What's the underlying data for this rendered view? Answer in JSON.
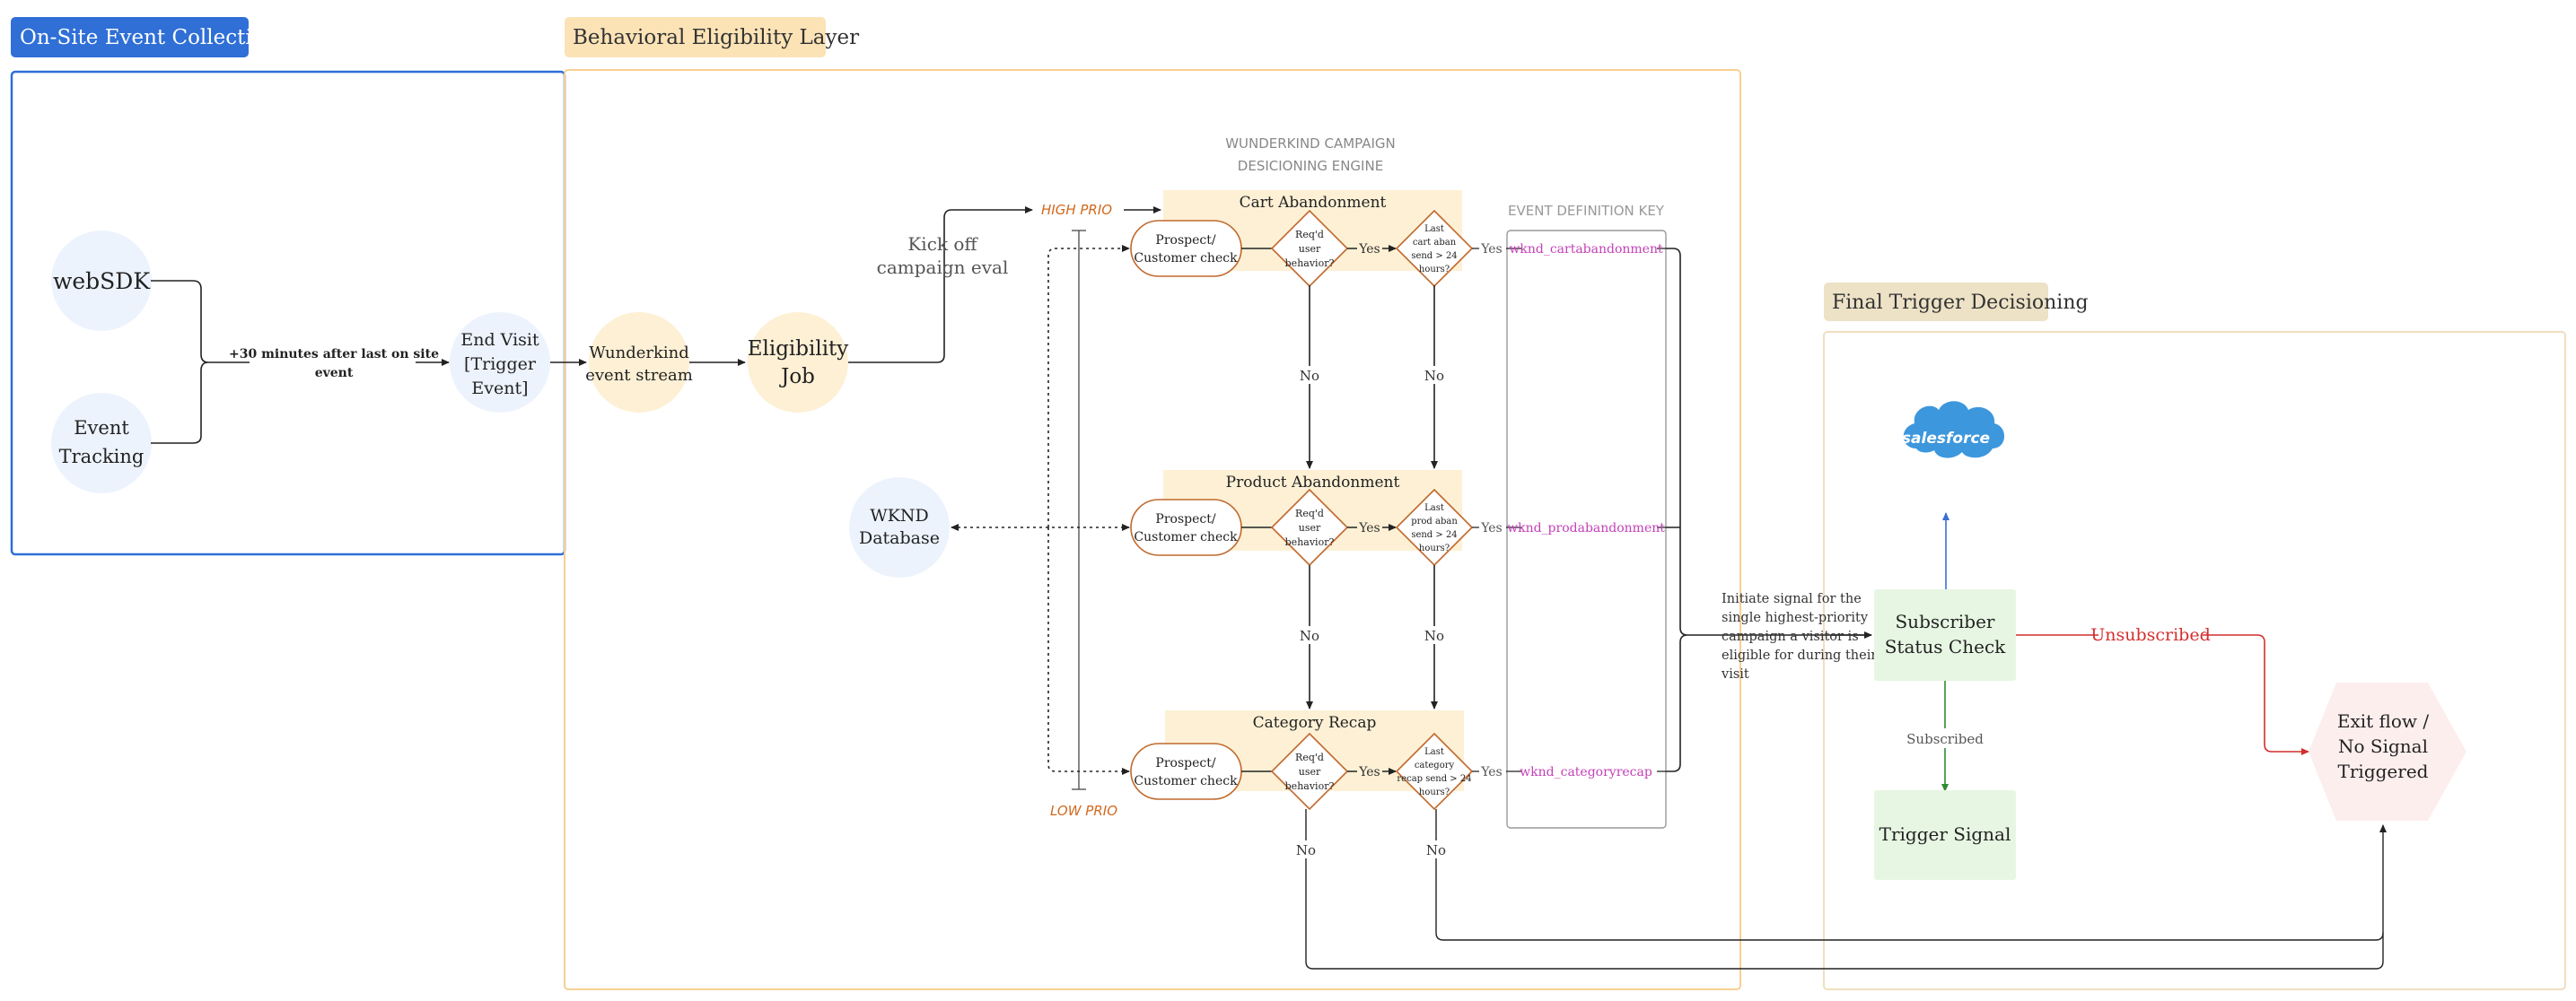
{
  "sections": {
    "onsite": "On-Site Event Collection",
    "behavioral": "Behavioral Eligibility Layer",
    "final": "Final Trigger Decisioning"
  },
  "nodes": {
    "websdk": "webSDK",
    "event_tracking": [
      "Event",
      "Tracking"
    ],
    "end_visit": [
      "End Visit",
      "[Trigger",
      "Event]"
    ],
    "wunderkind_stream": [
      "Wunderkind",
      "event stream"
    ],
    "eligibility_job": [
      "Eligibility",
      "Job"
    ],
    "wknd_database": [
      "WKND",
      "Database"
    ],
    "subscriber_check": [
      "Subscriber",
      "Status Check"
    ],
    "trigger_signal": "Trigger Signal",
    "exit_flow": [
      "Exit flow /",
      "No Signal",
      "Triggered"
    ],
    "salesforce": "salesforce"
  },
  "labels": {
    "thirty_minutes": [
      "+30 minutes after last on site",
      "event"
    ],
    "kick_off": [
      "Kick off",
      "campaign eval"
    ],
    "engine_title": [
      "WUNDERKIND CAMPAIGN",
      "DESICIONING ENGINE"
    ],
    "high_prio": "HIGH PRIO",
    "low_prio": "LOW PRIO",
    "event_def_key": "EVENT DEFINITION KEY",
    "initiate_signal": [
      "Initiate signal for the",
      "single highest-priority",
      "campaign a visitor is",
      "eligible for during their",
      "visit"
    ],
    "yes": "Yes",
    "no": "No",
    "subscribed": "Subscribed",
    "unsubscribed": "Unsubscribed"
  },
  "campaigns": [
    {
      "title": "Cart Abandonment",
      "check": [
        "Prospect/",
        "Customer check"
      ],
      "behavior": [
        "Req'd",
        "user",
        "behavior?"
      ],
      "last_send": [
        "Last",
        "cart aban",
        "send > 24",
        "hours?"
      ],
      "event_key": "wknd_cartabandonment"
    },
    {
      "title": "Product Abandonment",
      "check": [
        "Prospect/",
        "Customer check"
      ],
      "behavior": [
        "Req'd",
        "user",
        "behavior?"
      ],
      "last_send": [
        "Last",
        "prod aban",
        "send > 24",
        "hours?"
      ],
      "event_key": "wknd_prodabandonment"
    },
    {
      "title": "Category Recap",
      "check": [
        "Prospect/",
        "Customer check"
      ],
      "behavior": [
        "Req'd",
        "user",
        "behavior?"
      ],
      "last_send": [
        "Last",
        "category",
        "recap send > 24",
        "hours?"
      ],
      "event_key": "wknd_categoryrecap"
    }
  ],
  "colors": {
    "blue_section": "#2f6fd6",
    "orange_border": "#f7cf93",
    "orange_node": "#fdf0d5",
    "blue_node": "#edf3fd",
    "green_node": "#e7f6e3",
    "pink_node": "#fdeeee",
    "event_key_magenta": "#c341b7",
    "prio_orange": "#d2691e",
    "unsubscribed_red": "#d32f2f",
    "subscribed_green": "#2e8b2e",
    "salesforce_blue": "#3d97dc"
  }
}
